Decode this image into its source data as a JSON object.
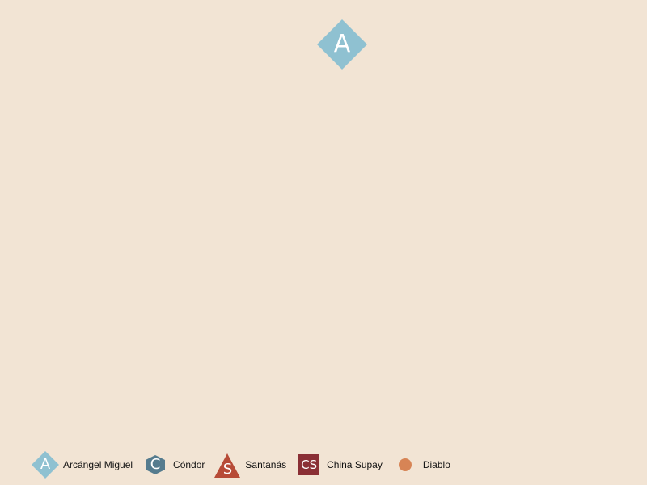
{
  "background_color": "#f2e4d4",
  "nodes": [
    {
      "letter": "A",
      "category": "Arcángel Miguel"
    }
  ],
  "legend": [
    {
      "label": "Arcángel Miguel",
      "letter": "A",
      "shape": "diamond",
      "color": "#8fc1d1"
    },
    {
      "label": "Cóndor",
      "letter": "C",
      "shape": "hexagon",
      "color": "#557b8e"
    },
    {
      "label": "Santanás",
      "letter": "S",
      "shape": "triangle",
      "color": "#b74b37"
    },
    {
      "label": "China Supay",
      "letter": "CS",
      "shape": "square",
      "color": "#8a2f35"
    },
    {
      "label": "Diablo",
      "letter": "",
      "shape": "circle",
      "color": "#d78455"
    }
  ]
}
